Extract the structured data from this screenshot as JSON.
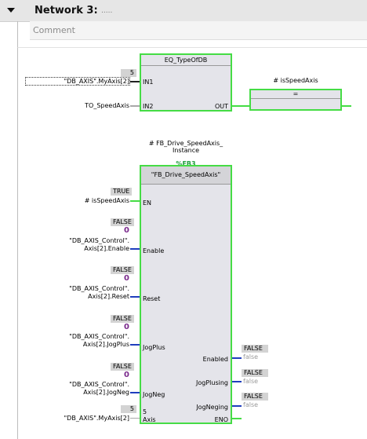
{
  "network": {
    "title": "Network 3:",
    "dots": ".....",
    "comment_placeholder": "Comment"
  },
  "eq_block": {
    "title": "EQ_TypeOfDB",
    "in1_label": "IN1",
    "in1_badge": "5",
    "in1_operand": "\"DB_AXIS\".MyAxis[2]",
    "in2_label": "IN2",
    "in2_operand": "TO_SpeedAxis",
    "out_label": "OUT"
  },
  "coil": {
    "label": "# isSpeedAxis",
    "symbol": "="
  },
  "fb_block": {
    "instance_line1": "# FB_Drive_SpeedAxis_",
    "instance_line2": "Instance",
    "db_ref": "%FB3",
    "name": "\"FB_Drive_SpeedAxis\"",
    "inputs": [
      {
        "pin": "EN",
        "badge": "TRUE",
        "operand_line1": "# isSpeedAxis",
        "operand_line2": ""
      },
      {
        "pin": "Enable",
        "badge": "FALSE",
        "value": "0",
        "operand_line1": "\"DB_AXIS_Control\".",
        "operand_line2": "Axis[2].Enable"
      },
      {
        "pin": "Reset",
        "badge": "FALSE",
        "value": "0",
        "operand_line1": "\"DB_AXIS_Control\".",
        "operand_line2": "Axis[2].Reset"
      },
      {
        "pin": "JogPlus",
        "badge": "FALSE",
        "value": "0",
        "operand_line1": "\"DB_AXIS_Control\".",
        "operand_line2": "Axis[2].JogPlus"
      },
      {
        "pin": "JogNeg",
        "badge": "FALSE",
        "value": "0",
        "operand_line1": "\"DB_AXIS_Control\".",
        "operand_line2": "Axis[2].JogNeg"
      },
      {
        "pin": "Axis",
        "badge": "5",
        "operand_line1": "\"DB_AXIS\".MyAxis[2]",
        "operand_line2": "",
        "pin_value": "5"
      }
    ],
    "outputs": [
      {
        "pin": "Enabled",
        "badge": "FALSE",
        "value": "false"
      },
      {
        "pin": "JogPlusing",
        "badge": "FALSE",
        "value": "false"
      },
      {
        "pin": "JogNeging",
        "badge": "FALSE",
        "value": "false"
      },
      {
        "pin": "ENO",
        "badge": "",
        "value": ""
      }
    ]
  },
  "colors": {
    "energized": "#45dc45",
    "boolean_wire": "#1f3ebd",
    "value_purple": "#7a2a8c"
  }
}
